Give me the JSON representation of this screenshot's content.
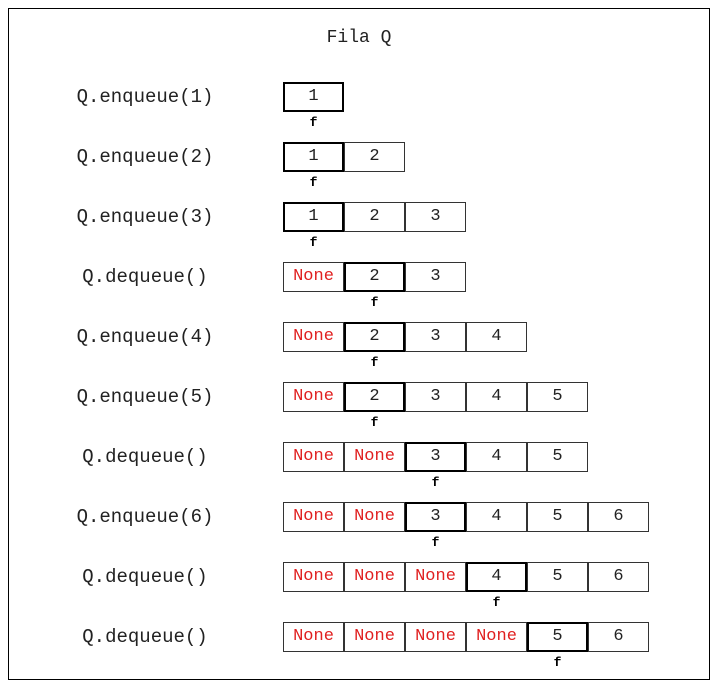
{
  "title": "Fila Q",
  "null_label": "None",
  "front_label": "f",
  "rows": [
    {
      "op": "Q.enqueue(1)",
      "cells": [
        "1"
      ],
      "front": 0
    },
    {
      "op": "Q.enqueue(2)",
      "cells": [
        "1",
        "2"
      ],
      "front": 0
    },
    {
      "op": "Q.enqueue(3)",
      "cells": [
        "1",
        "2",
        "3"
      ],
      "front": 0
    },
    {
      "op": "Q.dequeue()",
      "cells": [
        "None",
        "2",
        "3"
      ],
      "front": 1
    },
    {
      "op": "Q.enqueue(4)",
      "cells": [
        "None",
        "2",
        "3",
        "4"
      ],
      "front": 1
    },
    {
      "op": "Q.enqueue(5)",
      "cells": [
        "None",
        "2",
        "3",
        "4",
        "5"
      ],
      "front": 1
    },
    {
      "op": "Q.dequeue()",
      "cells": [
        "None",
        "None",
        "3",
        "4",
        "5"
      ],
      "front": 2
    },
    {
      "op": "Q.enqueue(6)",
      "cells": [
        "None",
        "None",
        "3",
        "4",
        "5",
        "6"
      ],
      "front": 2
    },
    {
      "op": "Q.dequeue()",
      "cells": [
        "None",
        "None",
        "None",
        "4",
        "5",
        "6"
      ],
      "front": 3
    },
    {
      "op": "Q.dequeue()",
      "cells": [
        "None",
        "None",
        "None",
        "None",
        "5",
        "6"
      ],
      "front": 4
    }
  ],
  "colors": {
    "null_text": "#e02020",
    "text": "#222222",
    "border": "#333333"
  }
}
